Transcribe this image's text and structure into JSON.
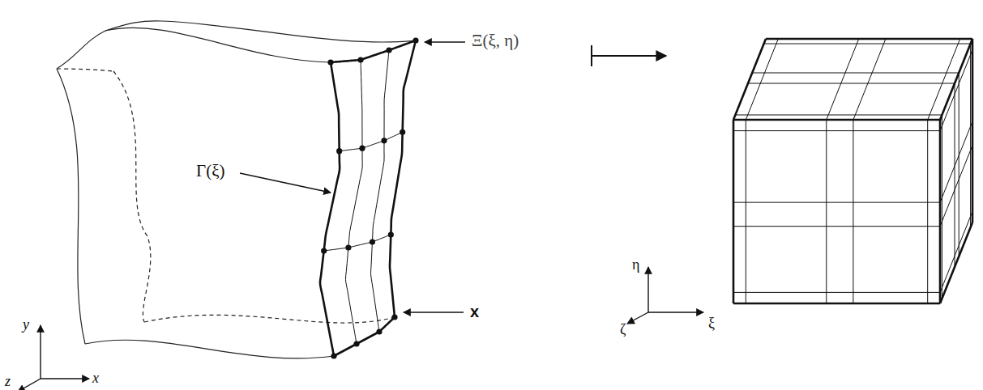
{
  "diagram": {
    "labels": [
      "Ξ(ξ, η)",
      "Γ(ξ)",
      "x",
      "y",
      "x",
      "z",
      "η",
      "ζ",
      "ξ"
    ]
  }
}
